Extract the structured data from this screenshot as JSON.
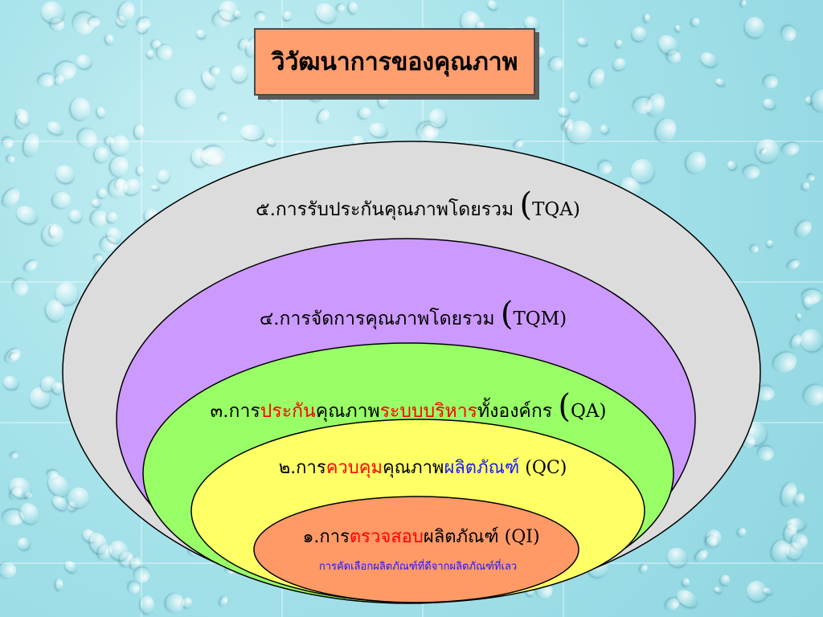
{
  "title": "วิวัฒนาการของคุณภาพ",
  "levels": [
    {
      "prefix": "๕.การรับประกันคุณภาพโดยรวม ",
      "paren_open": "(",
      "suffix": "TQA)",
      "fill": "#dcdcdc"
    },
    {
      "prefix": "๔.การจัดการคุณภาพโดยรวม ",
      "paren_open": "(",
      "suffix": "TQM)",
      "fill": "#cc99ff"
    },
    {
      "prefix": "๓.การ",
      "highlight1": "ประกัน",
      "middle": "คุณภาพ",
      "highlight2": "ระบบบริหาร",
      "after": "ทั้งองค์กร  ",
      "paren_open": "(",
      "suffix": "QA)",
      "fill": "#99ff66"
    },
    {
      "prefix": "๒.การ",
      "highlight1": "ควบคุม",
      "middle": "คุณภาพ",
      "highlight2": "ผลิตภัณฑ์",
      "suffix": " (QC)",
      "fill": "#ffff66"
    },
    {
      "prefix": "๑.การ",
      "highlight1": "ตรวจสอบ",
      "middle": "ผลิตภัณฑ์  (QI)",
      "note": "การคัดเลือกผลิตภัณฑ์ที่ดีจากผลิตภัณฑ์ที่เลว",
      "fill": "#ff9966"
    }
  ],
  "colors": {
    "highlight_red": "#ff0000",
    "highlight_blue": "#1a1aff",
    "stroke": "#000000",
    "title_fill": "#ff9e6e"
  }
}
